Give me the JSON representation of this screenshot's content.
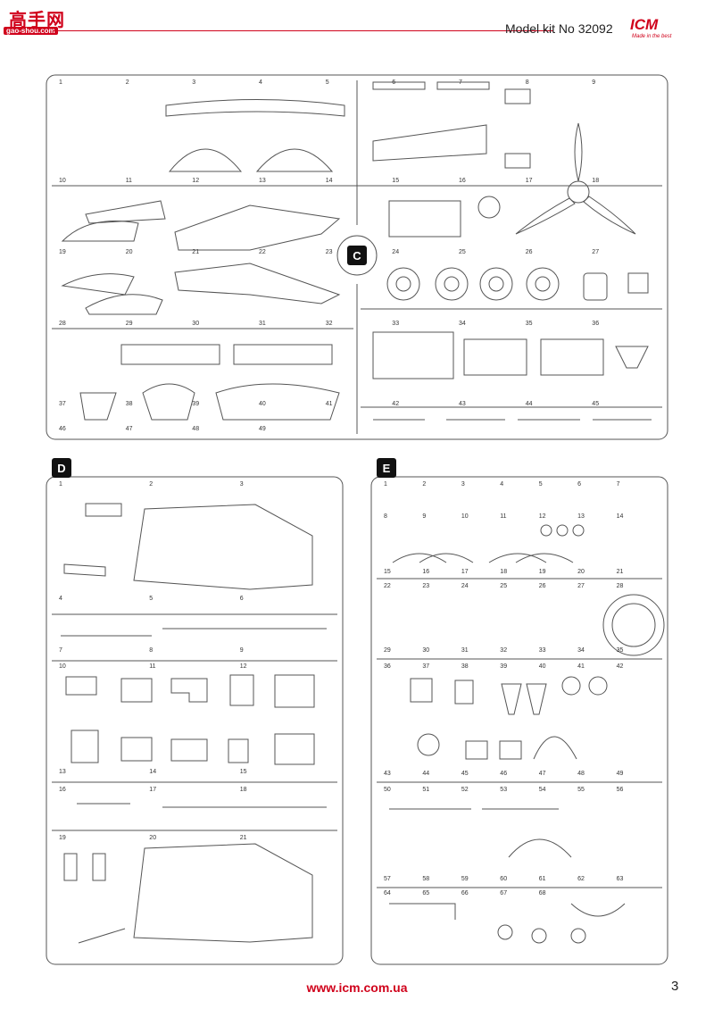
{
  "header": {
    "watermark_text": "高手网",
    "watermark_url": "gao-shou.com",
    "kit_title": "Model kit No 32092",
    "brand_name": "ICM",
    "brand_tagline": "Made in the best"
  },
  "sprues": [
    {
      "id": "C",
      "part_labels": [
        "1",
        "2",
        "3",
        "4",
        "5",
        "6",
        "7",
        "8",
        "9",
        "10",
        "11",
        "12",
        "13",
        "14",
        "15",
        "16",
        "17",
        "18",
        "19",
        "20",
        "21",
        "22",
        "23",
        "24",
        "25",
        "26",
        "27",
        "28",
        "29",
        "30",
        "31",
        "32",
        "33",
        "34",
        "35",
        "36",
        "37",
        "38",
        "39",
        "40",
        "41",
        "42",
        "43",
        "44",
        "45",
        "46",
        "47",
        "48",
        "49"
      ]
    },
    {
      "id": "D",
      "part_labels": [
        "1",
        "2",
        "3",
        "4",
        "5",
        "6",
        "7",
        "8",
        "9",
        "10",
        "11",
        "12",
        "13",
        "14",
        "15",
        "16",
        "17",
        "18",
        "19",
        "20",
        "21"
      ]
    },
    {
      "id": "E",
      "part_labels": [
        "1",
        "2",
        "3",
        "4",
        "5",
        "6",
        "7",
        "8",
        "9",
        "10",
        "11",
        "12",
        "13",
        "14",
        "15",
        "16",
        "17",
        "18",
        "19",
        "20",
        "21",
        "22",
        "23",
        "24",
        "25",
        "26",
        "27",
        "28",
        "29",
        "30",
        "31",
        "32",
        "33",
        "34",
        "35",
        "36",
        "37",
        "38",
        "39",
        "40",
        "41",
        "42",
        "43",
        "44",
        "45",
        "46",
        "47",
        "48",
        "49",
        "50",
        "51",
        "52",
        "53",
        "54",
        "55",
        "56",
        "57",
        "58",
        "59",
        "60",
        "61",
        "62",
        "63",
        "64",
        "65",
        "66",
        "67",
        "68"
      ]
    }
  ],
  "colors": {
    "accent": "#d0021b",
    "badge": "#111111",
    "line": "#555555"
  },
  "footer": {
    "url": "www.icm.com.ua",
    "page_number": "3"
  }
}
